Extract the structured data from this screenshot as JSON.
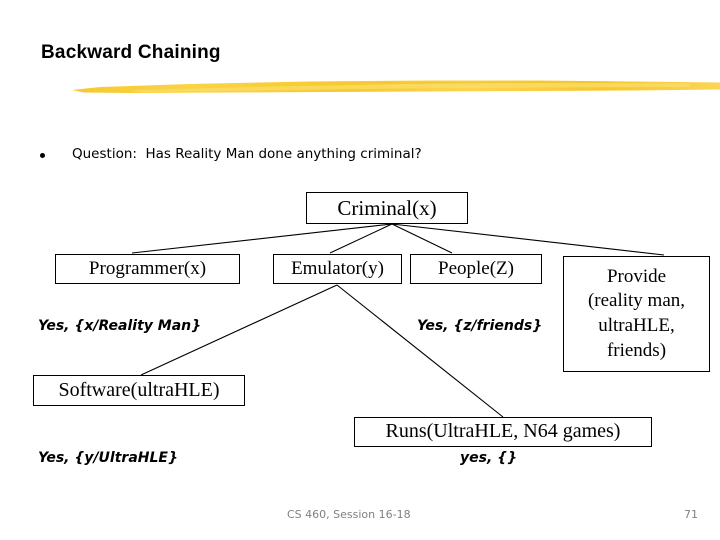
{
  "slide": {
    "title": "Backward Chaining",
    "bullet": "Question:  Has Reality Man done anything criminal?"
  },
  "colors": {
    "brush": "#F2C12A",
    "brush_light": "#FBD959",
    "text": "#000000",
    "footer": "#808080"
  },
  "tree": {
    "nodes": {
      "criminal": "Criminal(x)",
      "programmer": "Programmer(x)",
      "emulator": "Emulator(y)",
      "people": "People(Z)",
      "provide_line1": "Provide",
      "provide_line2": "(reality man,",
      "provide_line3": "ultraHLE,",
      "provide_line4": "friends)",
      "software": "Software(ultraHLE)",
      "runs": "Runs(UltraHLE, N64 games)"
    },
    "annotations": {
      "binding_x": "Yes, {x/Reality Man}",
      "binding_z": "Yes, {z/friends}",
      "binding_y": "Yes, {y/UltraHLE}",
      "binding_empty": "yes, {}"
    }
  },
  "footer": {
    "course": "CS 460, Session 16-18",
    "page": "71"
  }
}
